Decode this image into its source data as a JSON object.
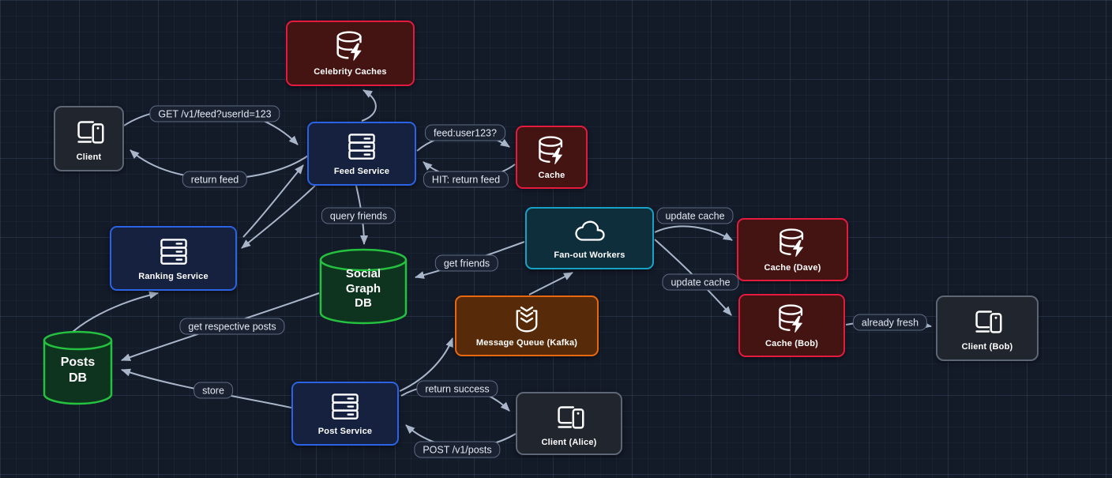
{
  "nodes": {
    "celebrity_caches": {
      "label": "Celebrity Caches",
      "type": "cache",
      "icon": "database-bolt-icon"
    },
    "client": {
      "label": "Client",
      "type": "client",
      "icon": "devices-icon"
    },
    "feed_service": {
      "label": "Feed Service",
      "type": "service",
      "icon": "server-icon"
    },
    "cache": {
      "label": "Cache",
      "type": "cache",
      "icon": "database-bolt-icon"
    },
    "fanout_workers": {
      "label": "Fan-out Workers",
      "type": "workers",
      "icon": "cloud-icon"
    },
    "cache_dave": {
      "label": "Cache (Dave)",
      "type": "cache",
      "icon": "database-bolt-icon"
    },
    "cache_bob": {
      "label": "Cache (Bob)",
      "type": "cache",
      "icon": "database-bolt-icon"
    },
    "client_bob": {
      "label": "Client (Bob)",
      "type": "client",
      "icon": "devices-icon"
    },
    "ranking_service": {
      "label": "Ranking Service",
      "type": "service",
      "icon": "server-icon"
    },
    "social_graph_db": {
      "label": "Social\nGraph\nDB",
      "type": "database",
      "icon": "cylinder"
    },
    "posts_db": {
      "label": "Posts\nDB",
      "type": "database",
      "icon": "cylinder"
    },
    "message_queue": {
      "label": "Message Queue (Kafka)",
      "type": "queue",
      "icon": "queue-icon"
    },
    "post_service": {
      "label": "Post Service",
      "type": "service",
      "icon": "server-icon"
    },
    "client_alice": {
      "label": "Client (Alice)",
      "type": "client",
      "icon": "devices-icon"
    }
  },
  "edge_labels": {
    "get_feed": "GET /v1/feed?userId=123",
    "return_feed": "return feed",
    "feed_user_query": "feed:user123?",
    "hit_return_feed": "HIT: return feed",
    "query_friends": "query friends",
    "get_friends": "get friends",
    "update_cache_dave": "update cache",
    "update_cache_bob": "update cache",
    "already_fresh": "already fresh",
    "get_respective_posts": "get respective posts",
    "store": "store",
    "return_success": "return success",
    "post_v1_posts": "POST /v1/posts"
  },
  "colors": {
    "background": "#131a28",
    "grid_line": "#232e42",
    "edge": "#a9b6ca",
    "node_text": "#ffffff",
    "edge_label_text": "#e3e9f4",
    "client_fill": "#21262e",
    "client_border": "#5c6675",
    "service_fill": "#15213f",
    "service_border": "#2a63e4",
    "cache_fill": "#441412",
    "cache_border": "#e51a3f",
    "workers_fill": "#0e2e3c",
    "workers_border": "#17a3c7",
    "queue_fill": "#572b09",
    "queue_border": "#e8680f",
    "database_fill": "#0e331f",
    "database_border": "#25c240"
  }
}
